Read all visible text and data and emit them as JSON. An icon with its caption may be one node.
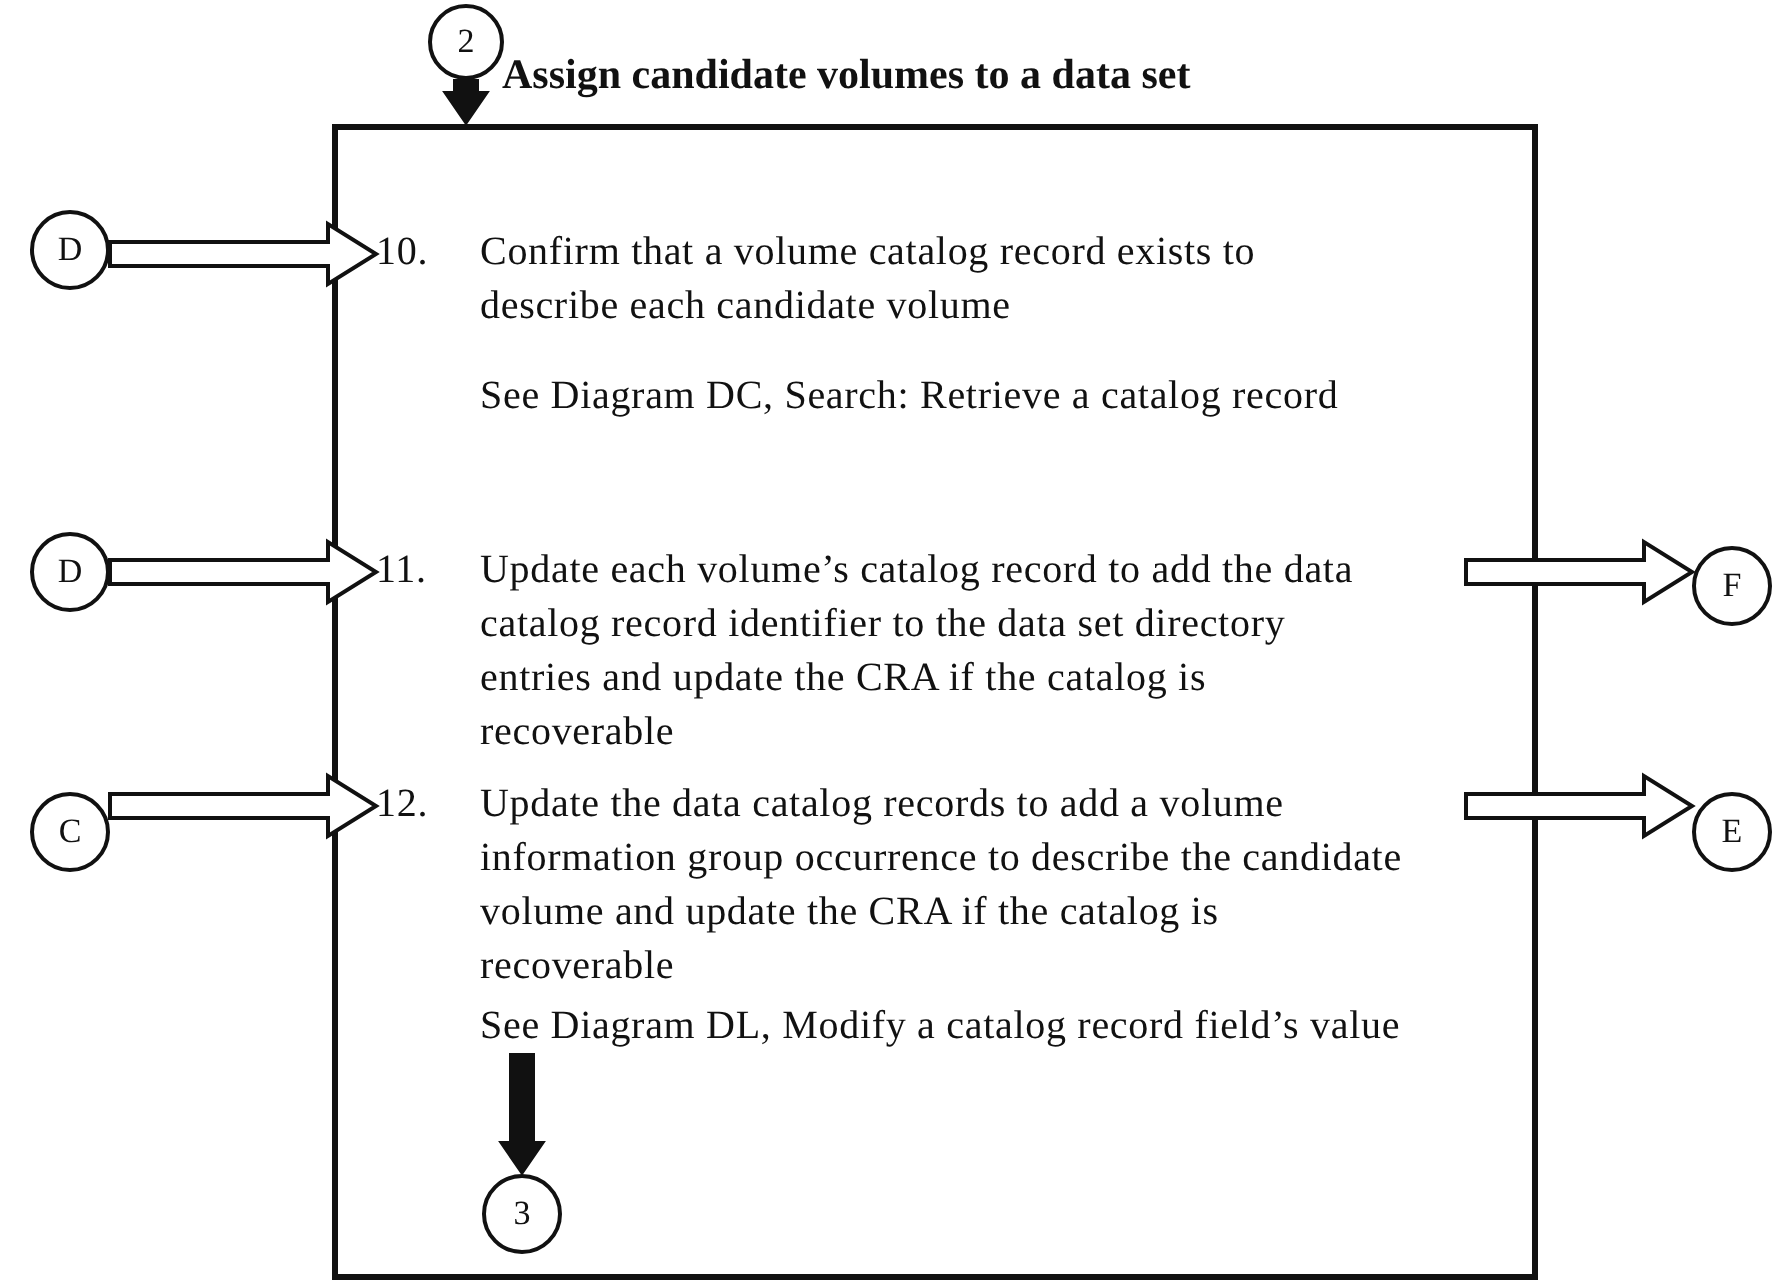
{
  "diagram": {
    "nodes": [
      {
        "text": [
          "2"
        ]
      },
      {
        "text": [
          "Assign candidate volumes to a data set"
        ]
      },
      {
        "text": [
          "D"
        ]
      },
      {
        "text": [
          "10.",
          "Confirm that a volume catalog record exists to describe each candidate volume",
          "See Diagram DC, Search: Retrieve a catalog record"
        ],
        "in": 1
      },
      {
        "text": [
          "D"
        ]
      },
      {
        "text": [
          "11.",
          "Update each volume’s catalog record to add the data catalog record identifier to the data set directory entries and update the CRA if the catalog is recoverable"
        ],
        "in": 1
      },
      {
        "text": [
          "F"
        ]
      },
      {
        "text": [
          "C"
        ]
      },
      {
        "text": [
          "12.",
          "Update the data catalog records to add a volume information group occurrence to describe the candidate volume and update the CRA if the catalog is recoverable",
          "See Diagram DL, Modify a catalog record field’s value"
        ],
        "in": 1
      },
      {
        "text": [
          "E"
        ]
      },
      {
        "text": [
          "3"
        ],
        "in": 1
      }
    ],
    "edges": [
      {
        "from": 0,
        "to": 1,
        "arrow": "to",
        "style": "thick"
      },
      {
        "from": 2,
        "to": 3,
        "arrow": "to"
      },
      {
        "from": 4,
        "to": 5,
        "arrow": "to"
      },
      {
        "from": 5,
        "to": 6,
        "arrow": "to"
      },
      {
        "from": 7,
        "to": 8,
        "arrow": "to"
      },
      {
        "from": 8,
        "to": 9,
        "arrow": "to"
      },
      {
        "from": 8,
        "to": 10,
        "arrow": "to",
        "style": "thick"
      }
    ]
  }
}
